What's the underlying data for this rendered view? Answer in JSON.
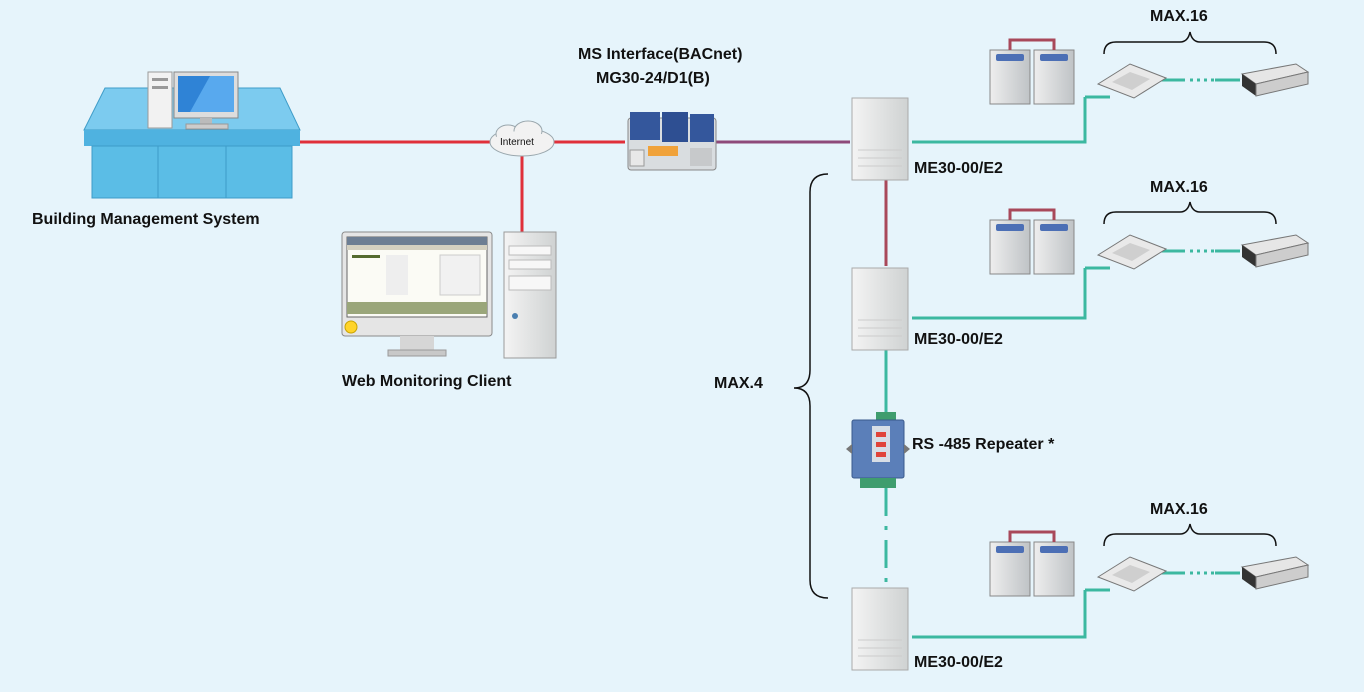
{
  "labels": {
    "bms": "Building Management System",
    "web_client": "Web Monitoring Client",
    "internet": "Internet",
    "ms_interface_line1": "MS Interface(BACnet)",
    "ms_interface_line2": "MG30-24/D1(B)",
    "me_top": "ME30-00/E2",
    "me_mid": "ME30-00/E2",
    "me_bottom": "ME30-00/E2",
    "repeater": "RS -485  Repeater *",
    "max4": "MAX.4",
    "max16_top": "MAX.16",
    "max16_mid": "MAX.16",
    "max16_bottom": "MAX.16"
  },
  "colors": {
    "background": "#e6f4fb",
    "internet_link": "#e0303a",
    "bacnet_link": "#8e4a7a",
    "me_link": "#a8485a",
    "rs485_link": "#3cb8a0",
    "desk": "#5bbde6"
  },
  "icons": {
    "bms": "desk-computer-icon",
    "cloud": "cloud-icon",
    "gateway": "gateway-device-icon",
    "controller": "controller-cabinet-icon",
    "outdoor_unit": "outdoor-unit-icon",
    "cassette": "cassette-indoor-unit-icon",
    "duct": "duct-indoor-unit-icon",
    "repeater": "repeater-device-icon",
    "client": "web-client-icon"
  }
}
